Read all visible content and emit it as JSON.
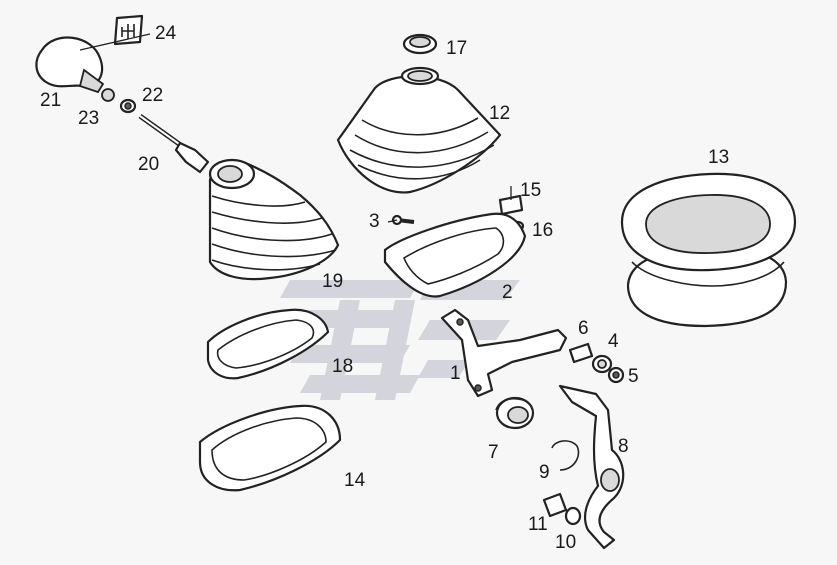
{
  "callouts": [
    {
      "id": "24",
      "text": "24"
    },
    {
      "id": "21",
      "text": "21"
    },
    {
      "id": "23",
      "text": "23"
    },
    {
      "id": "22",
      "text": "22"
    },
    {
      "id": "20",
      "text": "20"
    },
    {
      "id": "17",
      "text": "17"
    },
    {
      "id": "12",
      "text": "12"
    },
    {
      "id": "13",
      "text": "13"
    },
    {
      "id": "15",
      "text": "15"
    },
    {
      "id": "16",
      "text": "16"
    },
    {
      "id": "3",
      "text": "3"
    },
    {
      "id": "19",
      "text": "19"
    },
    {
      "id": "2",
      "text": "2"
    },
    {
      "id": "6",
      "text": "6"
    },
    {
      "id": "4",
      "text": "4"
    },
    {
      "id": "5",
      "text": "5"
    },
    {
      "id": "18",
      "text": "18"
    },
    {
      "id": "1",
      "text": "1"
    },
    {
      "id": "7",
      "text": "7"
    },
    {
      "id": "8",
      "text": "8"
    },
    {
      "id": "9",
      "text": "9"
    },
    {
      "id": "14",
      "text": "14"
    },
    {
      "id": "11",
      "text": "11"
    },
    {
      "id": "10",
      "text": "10"
    }
  ],
  "colors": {
    "line": "#222222",
    "background": "#f7f7f7",
    "watermark": "#d4d4dc"
  }
}
